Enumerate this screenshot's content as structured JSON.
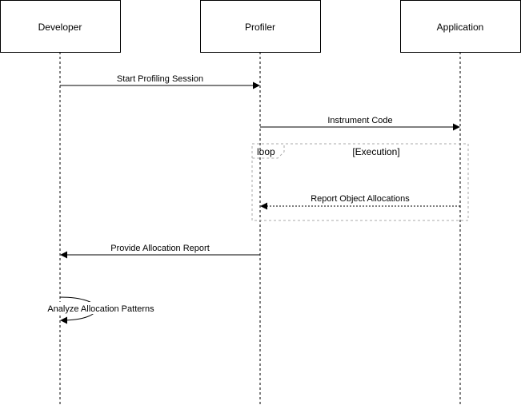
{
  "participants": [
    {
      "label": "Developer"
    },
    {
      "label": "Profiler"
    },
    {
      "label": "Application"
    }
  ],
  "messages": [
    {
      "label": "Start Profiling Session",
      "from": "Developer",
      "to": "Profiler",
      "style": "solid"
    },
    {
      "label": "Instrument Code",
      "from": "Profiler",
      "to": "Application",
      "style": "solid"
    },
    {
      "label": "Report Object Allocations",
      "from": "Application",
      "to": "Profiler",
      "style": "dotted"
    },
    {
      "label": "Provide Allocation Report",
      "from": "Profiler",
      "to": "Developer",
      "style": "solid"
    },
    {
      "label": "Analyze Allocation Patterns",
      "from": "Developer",
      "to": "Developer",
      "style": "self"
    }
  ],
  "loop_frame": {
    "operator": "loop",
    "condition": "[Execution]"
  },
  "colors": {
    "line": "#000000",
    "frame_border": "#aaaaaa",
    "background": "#ffffff"
  }
}
